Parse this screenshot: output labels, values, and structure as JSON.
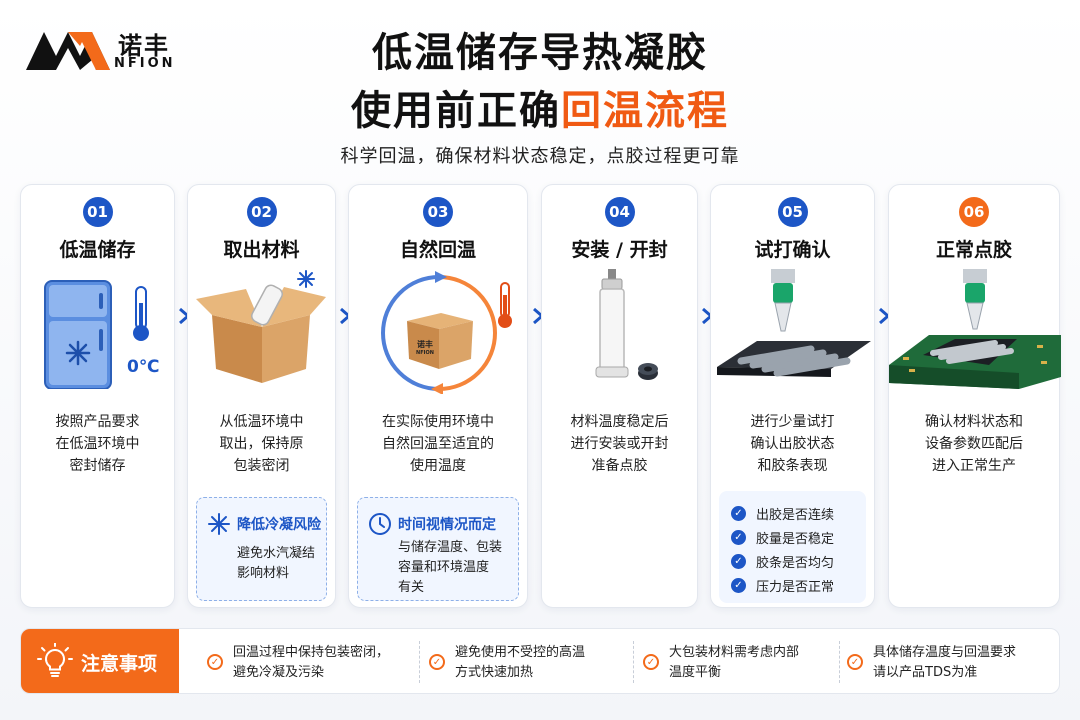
{
  "brand": {
    "cn": "诺丰",
    "en": "NFION",
    "box_cn": "诺丰",
    "box_en": "NFION"
  },
  "title": {
    "line1": "低温储存导热凝胶",
    "line2_plain": "使用前正确",
    "line2_highlight": "回温流程"
  },
  "subtitle": "科学回温，确保材料状态稳定，点胶过程更可靠",
  "steps": [
    {
      "num": "01",
      "title": "低温储存",
      "temp": "0℃",
      "desc": [
        "按照产品要求",
        "在低温环境中",
        "密封储存"
      ]
    },
    {
      "num": "02",
      "title": "取出材料",
      "desc": [
        "从低温环境中",
        "取出，保持原",
        "包装密闭"
      ],
      "note": {
        "title": "降低冷凝风险",
        "lines": [
          "避免水汽凝结",
          "影响材料"
        ]
      }
    },
    {
      "num": "03",
      "title": "自然回温",
      "desc": [
        "在实际使用环境中",
        "自然回温至适宜的",
        "使用温度"
      ],
      "note": {
        "title": "时间视情况而定",
        "lines": [
          "与储存温度、包装",
          "容量和环境温度",
          "有关"
        ]
      }
    },
    {
      "num": "04",
      "title": "安装 / 开封",
      "desc": [
        "材料温度稳定后",
        "进行安装或开封",
        "准备点胶"
      ]
    },
    {
      "num": "05",
      "title": "试打确认",
      "desc": [
        "进行少量试打",
        "确认出胶状态",
        "和胶条表现"
      ],
      "checks": [
        "出胶是否连续",
        "胶量是否稳定",
        "胶条是否均匀",
        "压力是否正常"
      ]
    },
    {
      "num": "06",
      "title": "正常点胶",
      "desc": [
        "确认材料状态和",
        "设备参数匹配后",
        "进入正常生产"
      ]
    }
  ],
  "notice": {
    "label": "注意事项",
    "items": [
      [
        "回温过程中保持包装密闭，",
        "避免冷凝及污染"
      ],
      [
        "避免使用不受控的高温",
        "方式快速加热"
      ],
      [
        "大包装材料需考虑内部",
        "温度平衡"
      ],
      [
        "具体储存温度与回温要求",
        "请以产品TDS为准"
      ]
    ]
  },
  "colors": {
    "blue": "#1d56c6",
    "orange": "#f36a1a",
    "green": "#1aa56a",
    "pcb": "#1f6b3a"
  }
}
